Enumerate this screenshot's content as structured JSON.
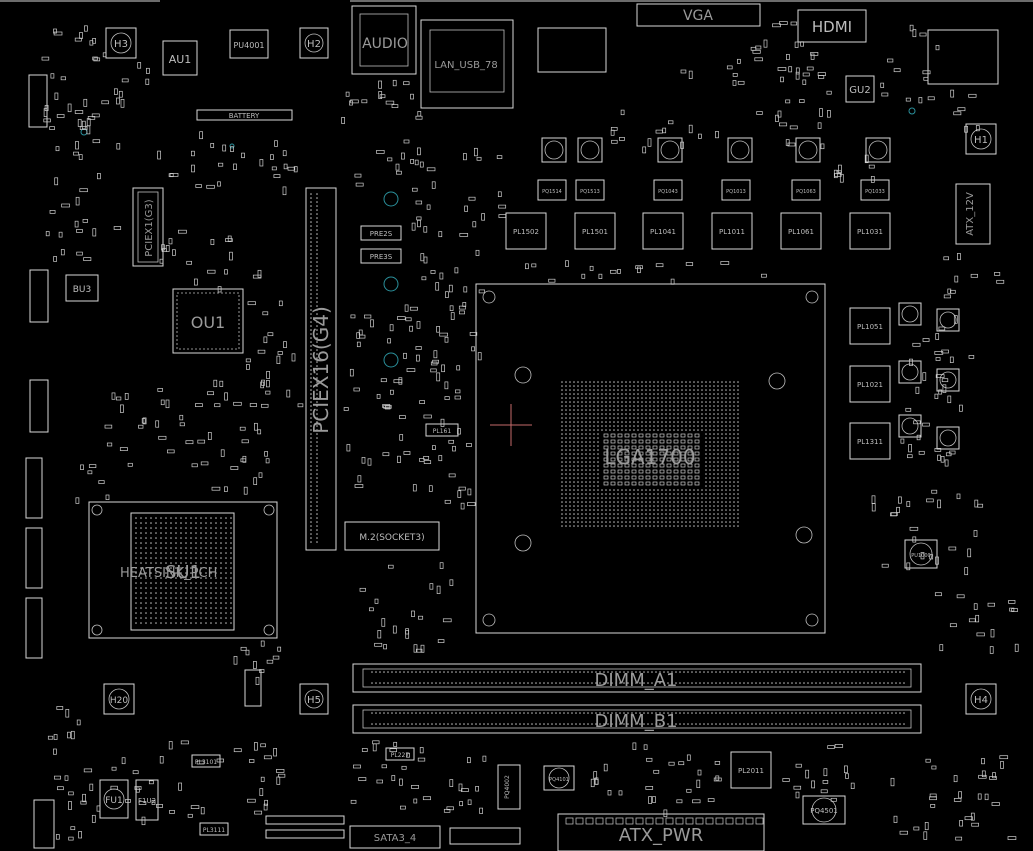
{
  "title_bar_top": "VGA",
  "labels": {
    "hdmi": "HDMI",
    "audio": "AUDIO",
    "lan_usb": "LAN_USB_78",
    "au1": "AU1",
    "pu4001": "PU4001",
    "h3": "H3",
    "h2": "H2",
    "h1": "H1",
    "h4": "H4",
    "h5": "H5",
    "h20": "H20",
    "battery": "BATTERY",
    "pciex1": "PCIEX1(G3)",
    "bu3": "BU3",
    "ou1": "OU1",
    "pciex16": "PCIEX16(G4)",
    "pre2s": "PRE2S",
    "pre3s": "PRE3S",
    "socket": "LGA1700",
    "m2": "M.2(SOCKET3)",
    "heatsink": "HEATSINK_PCH",
    "su1": "SU1",
    "gu2": "GU2",
    "atx12v": "ATX_12V",
    "dimm_a1": "DIMM_A1",
    "dimm_b1": "DIMM_B1",
    "atx_pwr": "ATX_PWR",
    "sata": "SATA3_4",
    "pl1502": "PL1502",
    "pl1501": "PL1501",
    "pl1041": "PL1041",
    "pl1011": "PL1011",
    "pl1061": "PL1061",
    "pl1031": "PL1031",
    "pl1051": "PL1051",
    "pl1021": "PL1021",
    "pl1311": "PL1311",
    "pl2011": "PL2011",
    "pq4501": "PQ4501",
    "pu1000": "PU1000",
    "fu1": "FU1",
    "f1u2": "F1U2",
    "pl161": "PL161",
    "pl227": "PL227",
    "pl3101": "PL3101",
    "pl3111": "PL3111",
    "pq1514": "PQ1514",
    "pq1513": "PQ1513",
    "pq1043": "PQ1043",
    "pq1013": "PQ1013",
    "pq1063": "PQ1063",
    "pq1033": "PQ1033",
    "pq4002": "PQ4002",
    "pq4101": "PQ4101"
  },
  "colors": {
    "background": "#000000",
    "outline": "#d8d8d8",
    "via": "#2a8f9a",
    "crosshair": "#c46a6a"
  }
}
